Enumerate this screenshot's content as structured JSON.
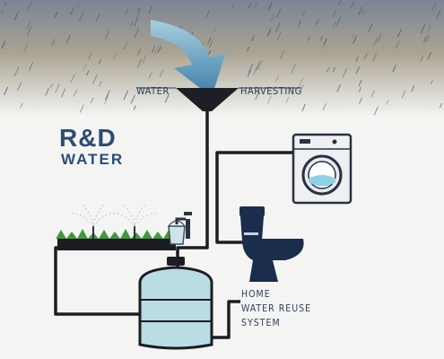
{
  "funnel": {
    "label_left": "WATER",
    "label_right": "HARVESTING"
  },
  "brand": {
    "line1": "R&D",
    "line2": "WATER"
  },
  "system": {
    "line1": "HOME",
    "line2": "WATER REUSE",
    "line3": "SYSTEM"
  },
  "icons": [
    "rain-icon",
    "arrow-icon",
    "funnel-icon",
    "washing-machine-icon",
    "toilet-icon",
    "sprinkler-icon",
    "tap-icon",
    "bucket-icon",
    "water-tank-icon"
  ],
  "colors": {
    "sky": "#7d8797",
    "pipe": "#1c1c22",
    "tank": "#b9dde3",
    "toilet": "#1a2d4d",
    "grass": "#3f9a3a",
    "arrow": "#3d7ea6",
    "brand": "#2c4d74"
  }
}
